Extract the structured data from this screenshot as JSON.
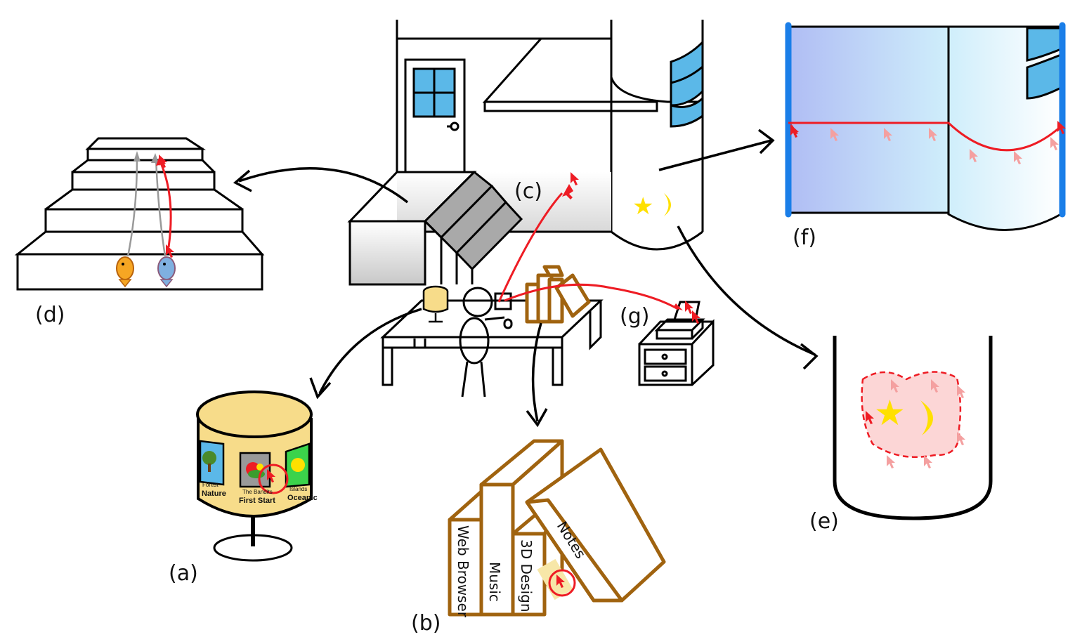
{
  "labels": {
    "a": "(a)",
    "b": "(b)",
    "c": "(c)",
    "d": "(d)",
    "e": "(e)",
    "f": "(f)",
    "g": "(g)"
  },
  "cylinder_cards": {
    "left_small": "Forest",
    "left": "Nature",
    "center_small": "The Bandits",
    "center": "First Start",
    "right_small": "Islands",
    "right": "Oceanic"
  },
  "books": {
    "book1": "Web Browser",
    "book2": "Music",
    "book3": "3D Design",
    "book4": "Notes"
  },
  "colors": {
    "red": "#ee1c24",
    "pink": "#f4a0a0",
    "window_blue": "#5bb8e8",
    "brown": "#a0630f",
    "yellow": "#f7dc8a",
    "star_yellow": "#ffe000",
    "panel_blue": "#1a7ee8"
  }
}
